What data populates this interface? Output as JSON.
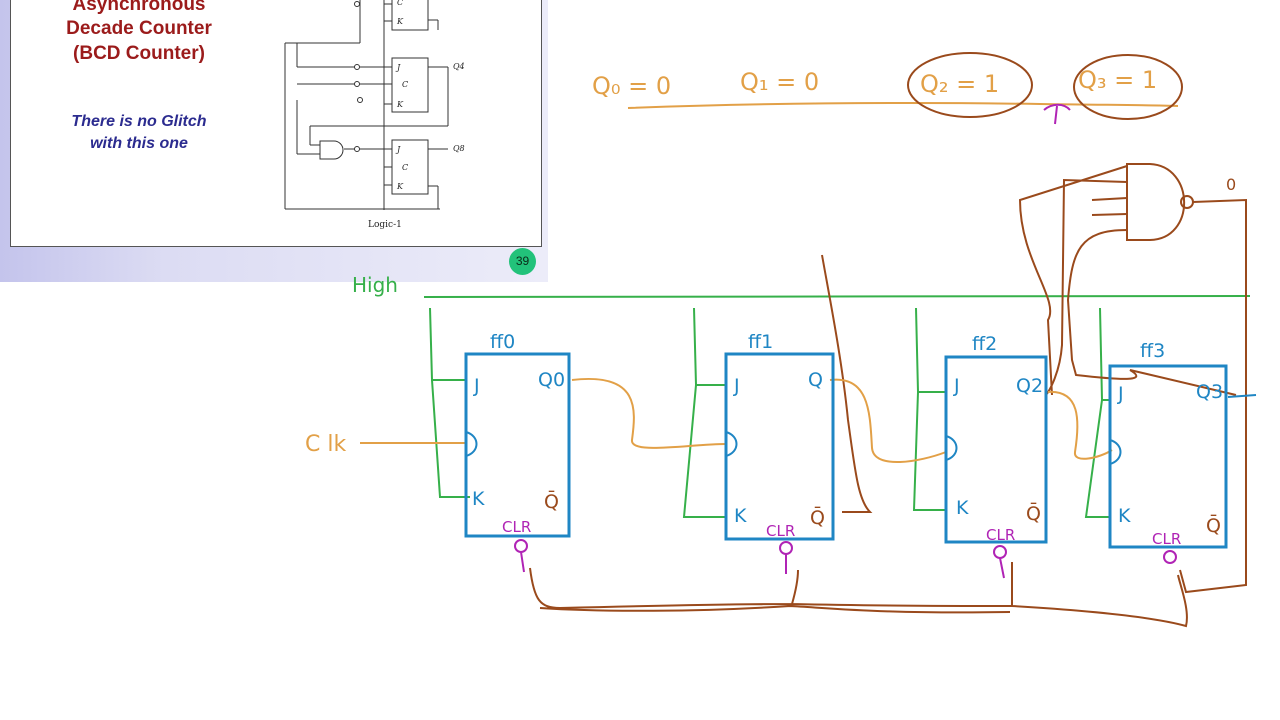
{
  "slide": {
    "title_lines": [
      "Asynchronous",
      "Decade Counter",
      "(BCD Counter)"
    ],
    "note_lines": [
      "There is no Glitch",
      "with this one"
    ],
    "page_number": "39",
    "schematic": {
      "outputs": [
        "Q4",
        "Q8"
      ],
      "supply_label": "Logic-1",
      "pin_labels": {
        "j": "J",
        "c": "C",
        "k": "K"
      }
    }
  },
  "handwriting": {
    "q_states": [
      "Q₀ = 0",
      "Q₁ = 0",
      "Q₂ = 1",
      "Q₃ = 1"
    ],
    "high_label": "High",
    "clk_label": "C lk",
    "flipflops": [
      {
        "name": "ff0",
        "j": "J",
        "k": "K",
        "q": "Q0",
        "qbar": "Q̄"
      },
      {
        "name": "ff1",
        "j": "J",
        "k": "K",
        "q": "Q",
        "qbar": "Q̄"
      },
      {
        "name": "ff2",
        "j": "J",
        "k": "K",
        "q": "Q2",
        "qbar": "Q̄"
      },
      {
        "name": "ff3",
        "j": "J",
        "k": "K",
        "q": "Q3",
        "qbar": "Q̄"
      }
    ],
    "clr_labels": [
      "CLR",
      "CLR",
      "CLR",
      "CLR"
    ],
    "nand_out_label": "0"
  },
  "colors": {
    "slide_title": "#9b1b1b",
    "slide_note": "#2b2b8f",
    "ink_orange": "#e2a047",
    "ink_brown": "#9a4a1c",
    "ink_green": "#36b04a",
    "ink_blue": "#1f86c4",
    "ink_purple": "#b024b5",
    "badge": "#22c27a"
  }
}
